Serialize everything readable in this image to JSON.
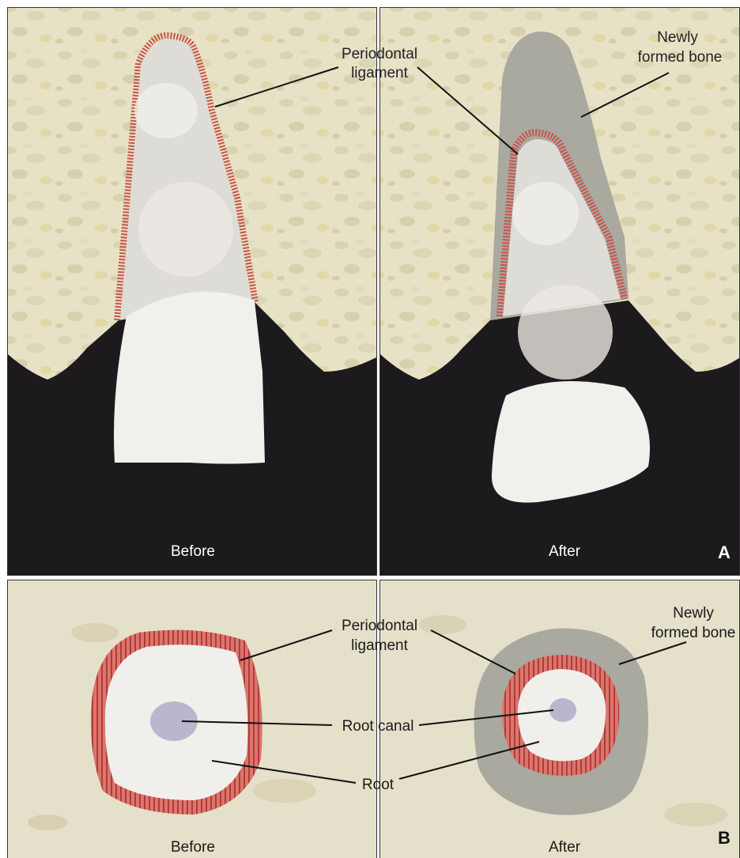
{
  "figure": {
    "panel_a": {
      "letter": "A",
      "left_caption": "Before",
      "right_caption": "After",
      "label_pdl_line1": "Periodontal",
      "label_pdl_line2": "ligament",
      "label_bone_line1": "Newly",
      "label_bone_line2": "formed bone"
    },
    "panel_b": {
      "letter": "B",
      "left_caption": "Before",
      "right_caption": "After",
      "label_pdl_line1": "Periodontal",
      "label_pdl_line2": "ligament",
      "label_bone_line1": "Newly",
      "label_bone_line2": "formed bone",
      "label_root_canal": "Root canal",
      "label_root": "Root"
    }
  },
  "colors": {
    "bone_bg": "#e7e2c6",
    "soft_tissue": "#1c1a1c",
    "tooth": "#ecebe6",
    "ligament": "#c9534d",
    "new_bone": "#a9a9a0",
    "canal": "#b9b7cd"
  }
}
